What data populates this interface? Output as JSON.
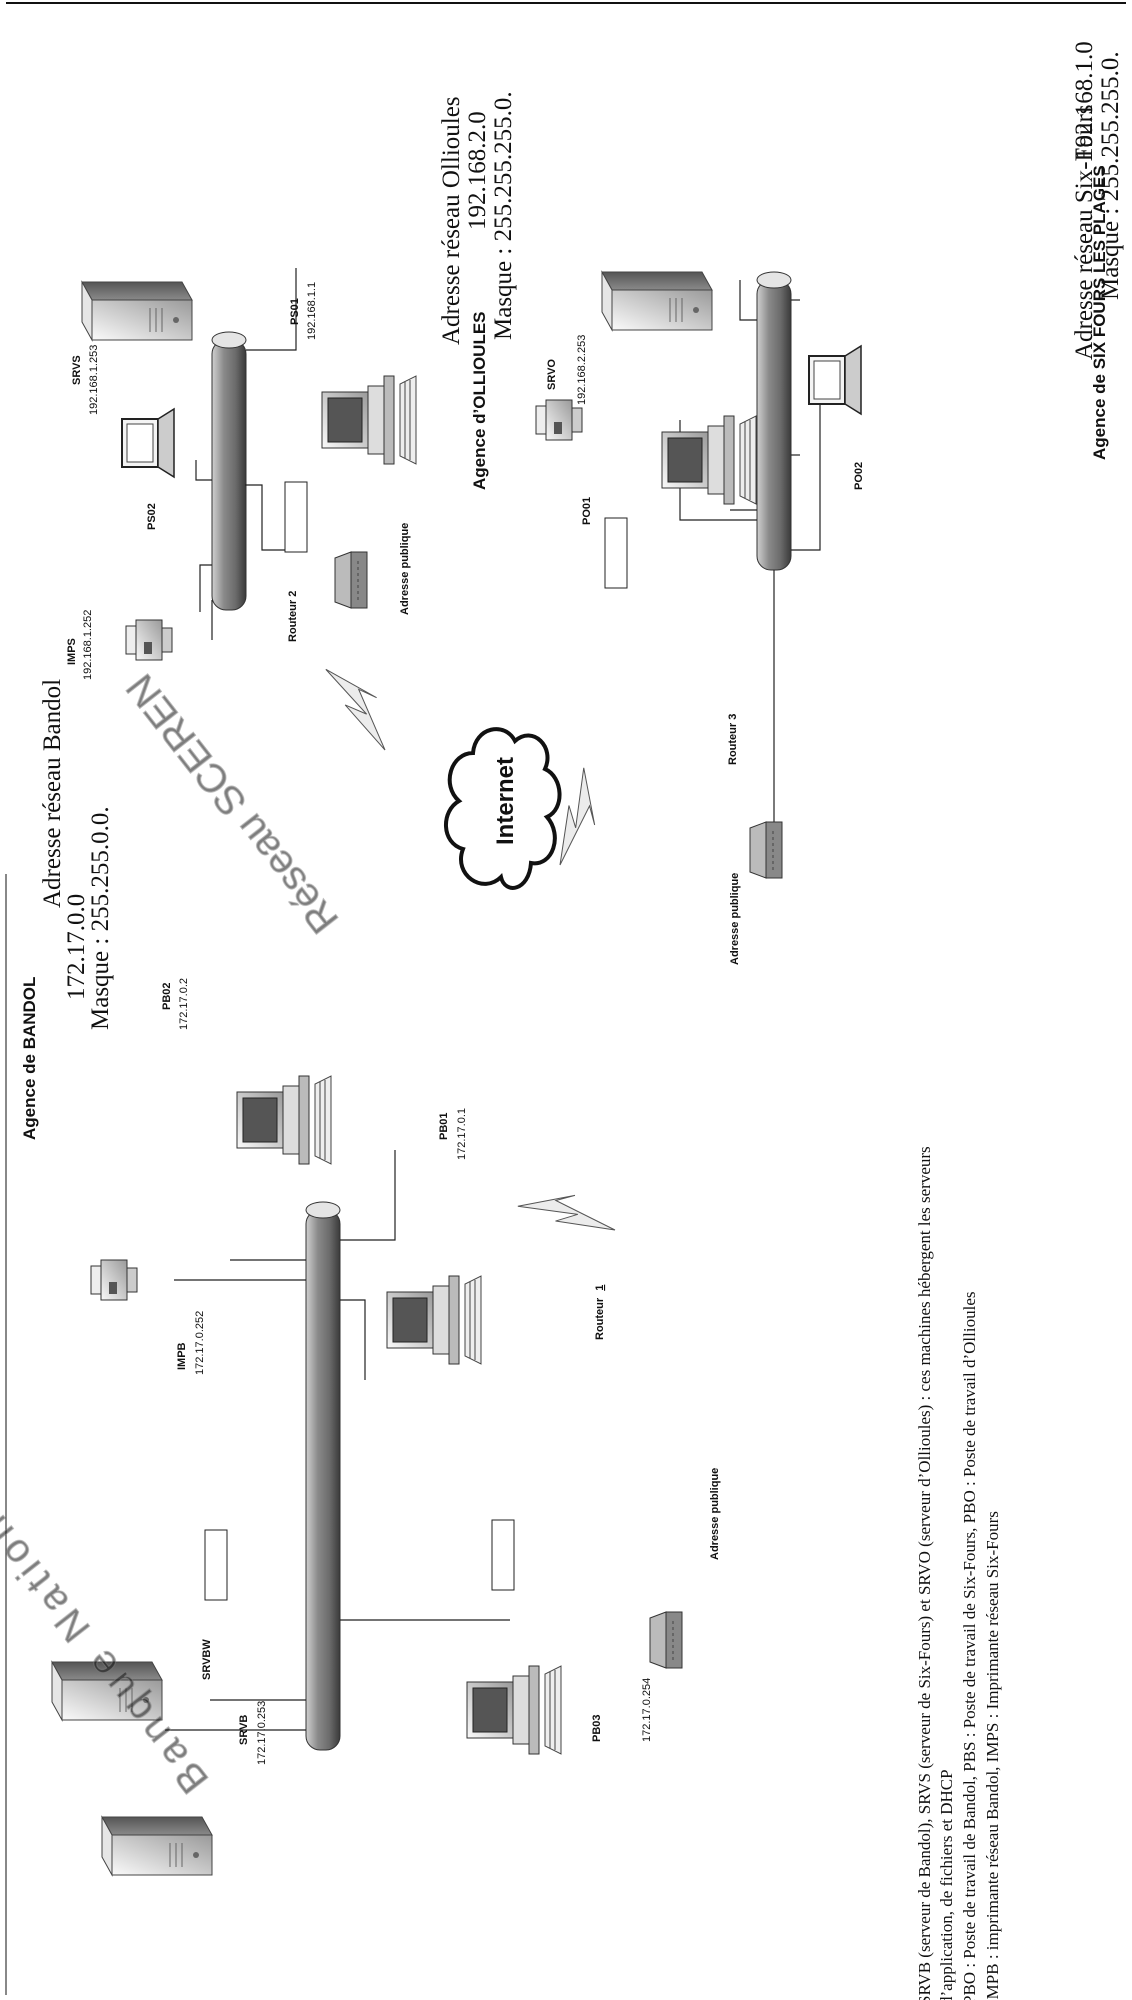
{
  "agencies": {
    "six_fours": {
      "title": "Agence de SIX FOURS LES PLAGES",
      "network_label": "Adresse réseau Six-Fours",
      "network_addr": "192.168.1.0",
      "mask": "Masque : 255.255.255.0.",
      "devices": {
        "srvs": {
          "name": "SRVS",
          "ip": "192.168.1.253"
        },
        "ps01": {
          "name": "PS01",
          "ip": "192.168.1.1"
        },
        "ps02": {
          "name": "PS02"
        },
        "imps": {
          "name": "IMPS",
          "ip": "192.168.1.252"
        },
        "router": {
          "name": "Routeur 2"
        }
      },
      "public_addr": "Adresse publique"
    },
    "ollioules": {
      "title": "Agence d’OLLIOULES",
      "network_label": "Adresse réseau Ollioules",
      "network_addr": "192.168.2.0",
      "mask": "Masque : 255.255.255.0.",
      "devices": {
        "srvo": {
          "name": "SRVO",
          "ip": "192.168.2.253"
        },
        "po01": {
          "name": "PO01"
        },
        "po02": {
          "name": "PO02"
        },
        "router": {
          "name": "Routeur 3"
        }
      },
      "public_addr": "Adresse publique"
    },
    "bandol": {
      "title": "Agence de BANDOL",
      "network_label": "Adresse réseau Bandol",
      "network_addr": "172.17.0.0",
      "mask": "Masque : 255.255.0.0.",
      "devices": {
        "srvb": {
          "name": "SRVB",
          "ip": "172.17.0.253"
        },
        "srvbw": {
          "name": "SRVBW"
        },
        "impb": {
          "name": "IMPB",
          "ip": "172.17.0.252"
        },
        "pb01": {
          "name": "PB01",
          "ip": "172.17.0.1"
        },
        "pb02": {
          "name": "PB02",
          "ip": "172.17.0.2"
        },
        "pb03": {
          "name": "PB03",
          "ip": "172.17.0.254"
        },
        "router_name": "Routeur",
        "router_num": "1"
      },
      "public_addr": "Adresse publique"
    }
  },
  "internet": "Internet",
  "legend": {
    "line1": "SRVB (serveur de Bandol), SRVS (serveur de Six-Fours) et SRVO (serveur d’Ollioules) : ces machines hébergent les serveurs",
    "line2": "d’application, de fichiers et DHCP",
    "line3": "PBO : Poste de travail de Bandol, PBS : Poste de travail de Six-Fours, PBO : Poste de travail d’Ollioules",
    "line4": "IMPB : imprimante réseau Bandol, IMPS : Imprimante réseau Six-Fours"
  },
  "watermark": {
    "line1": "Banque Nationale de Sujets d'Examens de l'enseignement professionnel",
    "line2": "Réseau SCEREN"
  }
}
